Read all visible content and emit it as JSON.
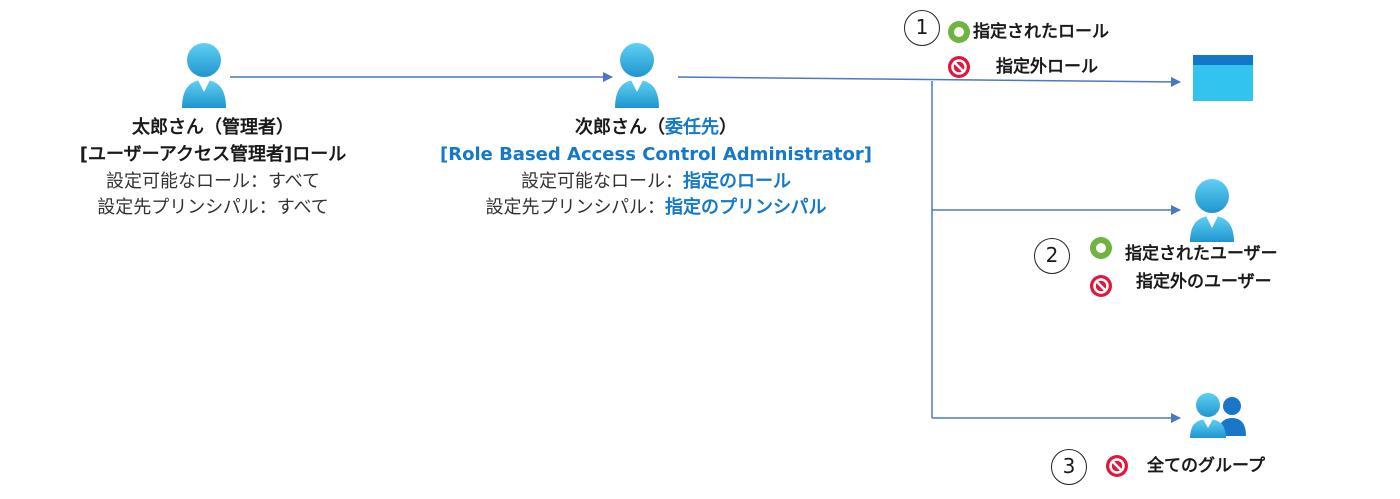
{
  "taro": {
    "name": "太郎さん（管理者）",
    "role": "[ユーザーアクセス管理者]ロール",
    "assignable_roles": "設定可能なロール：すべて",
    "assignable_principals": "設定先プリンシパル：すべて"
  },
  "jiro": {
    "name_prefix": "次郎さん（",
    "name_highlight": "委任先",
    "name_suffix": "）",
    "role": "[Role Based Access Control Administrator]",
    "assignable_roles_label": "設定可能なロール：",
    "assignable_roles_value": "指定のロール",
    "assignable_principals_label": "設定先プリンシパル：",
    "assignable_principals_value": "指定のプリンシパル"
  },
  "targets": {
    "roles": {
      "number": "1",
      "allowed": "指定されたロール",
      "denied": "指定外ロール"
    },
    "users": {
      "number": "2",
      "allowed": "指定されたユーザー",
      "denied": "指定外のユーザー"
    },
    "groups": {
      "number": "3",
      "denied": "全てのグループ"
    }
  },
  "colors": {
    "accent": "#1479c9",
    "line": "#4a78c2",
    "allowed": "#6fb43f",
    "denied": "#e0173a",
    "person": "#2aa8dc"
  }
}
